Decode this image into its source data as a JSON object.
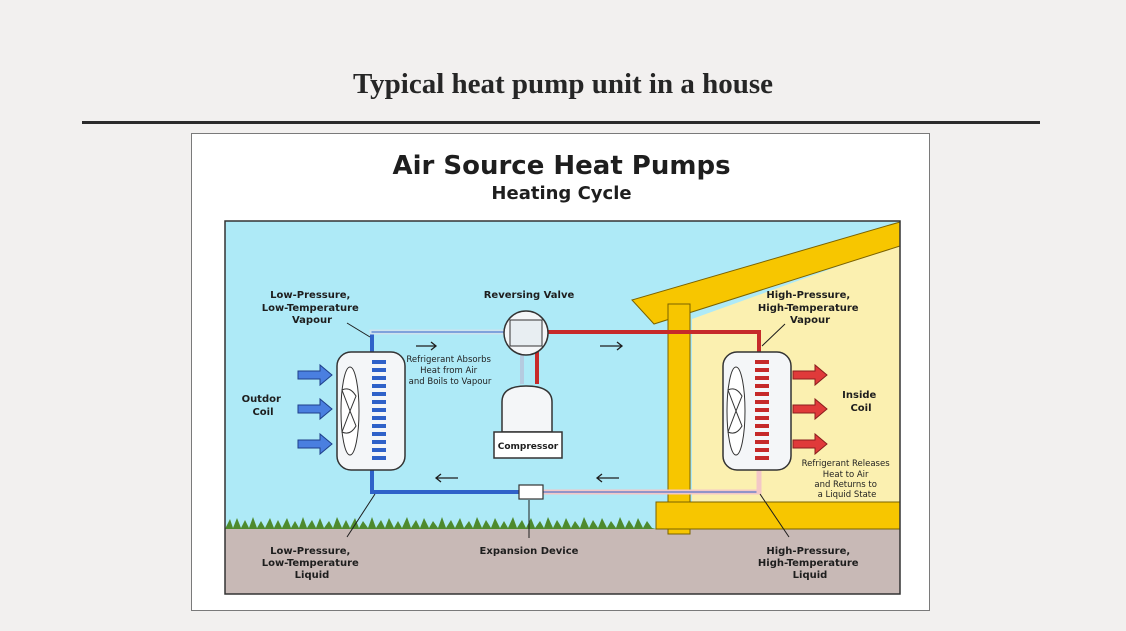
{
  "page": {
    "title": "Typical heat pump unit in a house"
  },
  "figure": {
    "title": "Air Source Heat Pumps",
    "subtitle": "Heating Cycle",
    "labels": {
      "outdoor_coil": [
        "Outdor",
        "Coil"
      ],
      "inside_coil": [
        "Inside",
        "Coil"
      ],
      "low_vapour": [
        "Low-Pressure,",
        "Low-Temperature",
        "Vapour"
      ],
      "reversing_valve": "Reversing Valve",
      "high_vapour": [
        "High-Pressure,",
        "High-Temperature",
        "Vapour"
      ],
      "absorb_note": [
        "Refrigerant Absorbs",
        "Heat from Air",
        "and Boils to Vapour"
      ],
      "compressor": "Compressor",
      "release_note": [
        "Refrigerant Releases",
        "Heat to Air",
        "and Returns to",
        "a Liquid State"
      ],
      "low_liquid": [
        "Low-Pressure,",
        "Low-Temperature",
        "Liquid"
      ],
      "expansion_device": "Expansion Device",
      "high_liquid": [
        "High-Pressure,",
        "High-Temperature",
        "Liquid"
      ]
    },
    "colors": {
      "sky": "#aeeaf7",
      "ground": "#c8b9b6",
      "grass": "#4e8a2e",
      "house_wall": "#fbf0b0",
      "house_frame": "#f7c600",
      "cold_pipe": "#2f62c9",
      "hot_pipe": "#c62a2a",
      "cold_arrow": "#4a7fe0",
      "hot_arrow": "#e03a3a"
    }
  }
}
